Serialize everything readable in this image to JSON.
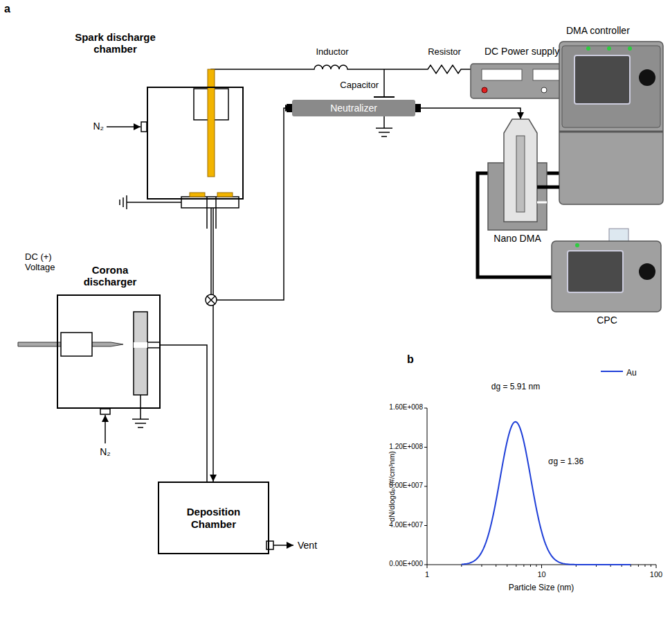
{
  "diagram": {
    "nodes": [
      {
        "text": [
          "Spark discharge chamber"
        ]
      },
      {
        "text": [
          "DC Power supply"
        ]
      },
      {
        "text": [
          "Neutralizer"
        ]
      },
      {
        "text": [
          "DMA controller"
        ]
      },
      {
        "text": [
          "Nano DMA"
        ]
      },
      {
        "text": [
          "CPC"
        ]
      },
      {
        "text": [
          "Corona discharger"
        ]
      },
      {
        "text": [
          "Deposition Chamber"
        ]
      }
    ],
    "edges": [
      {
        "from": 0,
        "to": 1,
        "arrow": "none"
      },
      {
        "from": 0,
        "to": 2,
        "arrow": "to"
      },
      {
        "from": 2,
        "to": 4,
        "arrow": "to"
      },
      {
        "from": 4,
        "to": 3,
        "arrow": "none"
      },
      {
        "from": 4,
        "to": 5,
        "arrow": "none"
      },
      {
        "from": 0,
        "to": 7,
        "arrow": "to"
      },
      {
        "from": 6,
        "to": 7,
        "arrow": "none"
      }
    ],
    "labels": [
      "a",
      "Inductor",
      "Capacitor",
      "Resistor",
      "N₂",
      "DC (+) Voltage",
      "N₂",
      "Vent",
      "b",
      "1.60E+008",
      "1.20E+008",
      "8.00E+007",
      "4.00E+007",
      "0.00E+000",
      "dN/dlogdₚ (#/cm³nm)",
      "dg = 5.91 nm",
      "σg = 1.36",
      "1",
      "10",
      "100",
      "Particle Size (nm)"
    ],
    "legend": [
      {
        "text": "Au"
      }
    ]
  }
}
